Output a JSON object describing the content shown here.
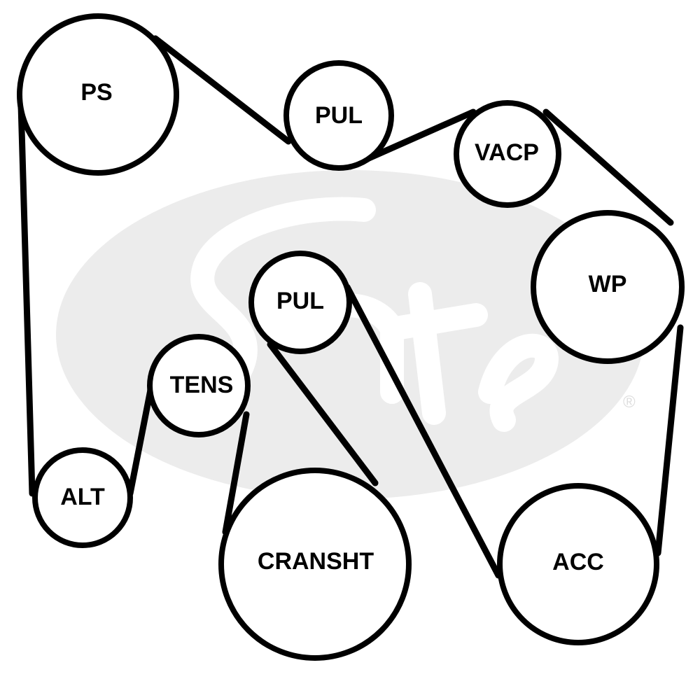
{
  "watermark": {
    "brand": "Gates",
    "registered_mark": "®",
    "fill_color": "#ececec"
  },
  "colors": {
    "belt": "#000000",
    "pulley_fill": "#ffffff",
    "pulley_stroke": "#000000",
    "label": "#000000"
  },
  "pulleys": [
    {
      "id": "ps",
      "label": "PS"
    },
    {
      "id": "pul-top",
      "label": "PUL"
    },
    {
      "id": "vacp",
      "label": "VACP"
    },
    {
      "id": "wp",
      "label": "WP"
    },
    {
      "id": "pul-mid",
      "label": "PUL"
    },
    {
      "id": "tens",
      "label": "TENS"
    },
    {
      "id": "alt",
      "label": "ALT"
    },
    {
      "id": "cransht",
      "label": "CRANSHT"
    },
    {
      "id": "acc",
      "label": "ACC"
    }
  ]
}
